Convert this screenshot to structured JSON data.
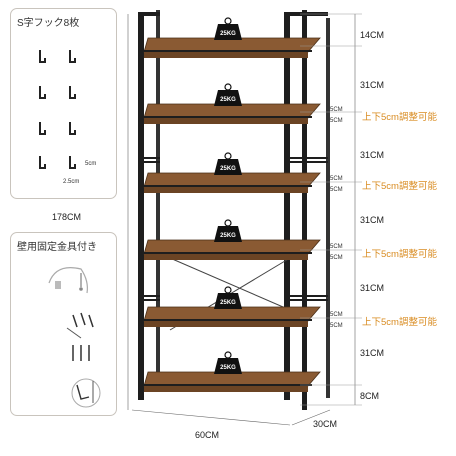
{
  "hook_panel": {
    "title": "S字フック8枚",
    "hook_width": "2.5cm",
    "hook_height": "5cm"
  },
  "mount_panel": {
    "title": "壁用固定金具付き"
  },
  "dimensions": {
    "height": "178CM",
    "width": "60CM",
    "depth": "30CM",
    "top_gap": "14CM",
    "shelf_gaps": [
      "31CM",
      "31CM",
      "31CM",
      "31CM",
      "31CM"
    ],
    "bottom_gap": "8CM",
    "adjust_step": "5CM",
    "adjust_note": "上下5cm調整可能"
  },
  "shelves": {
    "count": 6,
    "load_label": "25KG"
  },
  "colors": {
    "wood": "#8a5a33",
    "frame": "#1e1e1e",
    "accent": "#d98c22",
    "panel_border": "#c9c4bd"
  }
}
